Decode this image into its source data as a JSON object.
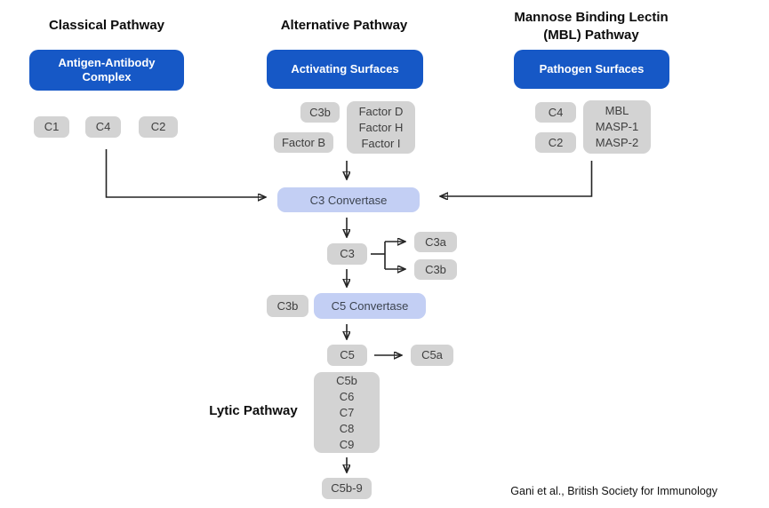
{
  "pathways": {
    "classical": {
      "header": "Classical Pathway",
      "trigger": "Antigen-Antibody Complex",
      "components": [
        "C1",
        "C4",
        "C2"
      ]
    },
    "alternative": {
      "header": "Alternative Pathway",
      "trigger": "Activating Surfaces",
      "c3b": "C3b",
      "factor_b": "Factor B",
      "factors": [
        "Factor D",
        "Factor H",
        "Factor I"
      ]
    },
    "mbl": {
      "header_line1": "Mannose Binding Lectin",
      "header_line2": "(MBL) Pathway",
      "trigger": "Pathogen Surfaces",
      "c4": "C4",
      "c2": "C2",
      "complex": [
        "MBL",
        "MASP-1",
        "MASP-2"
      ]
    }
  },
  "cascade": {
    "c3_convertase": "C3 Convertase",
    "c3": "C3",
    "c3a": "C3a",
    "c3b": "C3b",
    "c3b_cofactor": "C3b",
    "c5_convertase": "C5 Convertase",
    "c5": "C5",
    "c5a": "C5a",
    "lytic_header": "Lytic Pathway",
    "lytic_components": [
      "C5b",
      "C6",
      "C7",
      "C8",
      "C9"
    ],
    "terminal_complex": "C5b-9"
  },
  "credit": "Gani et al., British Society for Immunology",
  "colors": {
    "pathway_blue": "#1658c6",
    "convertase_blue": "#c3cff4",
    "component_gray": "#d3d3d3",
    "arrow": "#242424"
  }
}
